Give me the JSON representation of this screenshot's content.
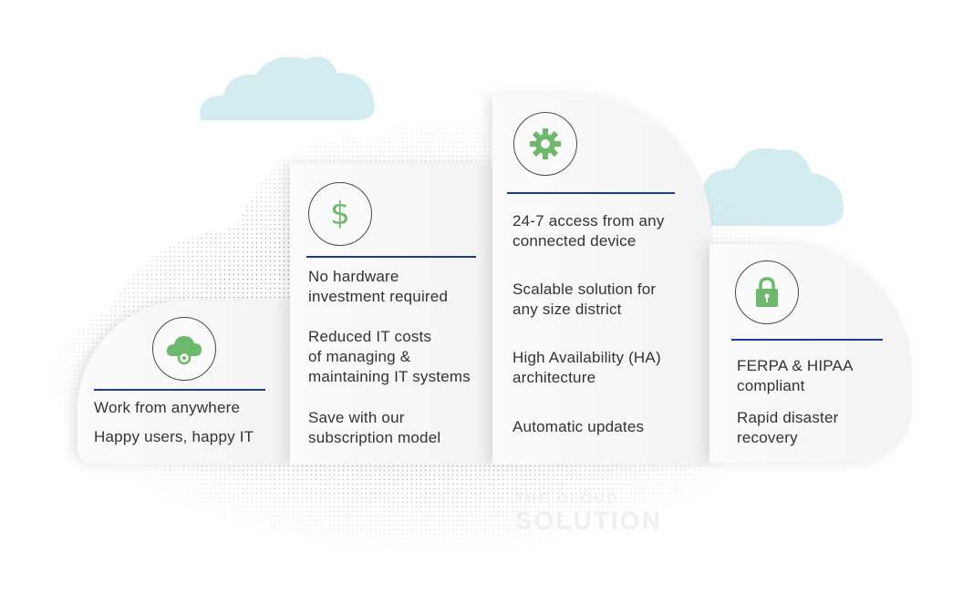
{
  "colors": {
    "accent_blue": "#1c3d8c",
    "icon_green": "#6db86d",
    "cloud_teal": "#d3ecef",
    "panel_bg": "#f5f5f5",
    "text": "#333333"
  },
  "panels": [
    {
      "icon": "cloud-gear-icon",
      "items": [
        "Work from anywhere",
        "Happy users, happy IT"
      ]
    },
    {
      "icon": "dollar-icon",
      "items": [
        "No hardware\ninvestment required",
        "Reduced IT costs\nof managing &\nmaintaining IT systems",
        "Save with our\nsubscription model"
      ]
    },
    {
      "icon": "gear-icon",
      "items": [
        "24-7 access from any\nconnected device",
        "Scalable solution for\nany size district",
        "High Availability (HA)\narchitecture",
        "Automatic updates"
      ]
    },
    {
      "icon": "lock-icon",
      "items": [
        "FERPA & HIPAA\ncompliant",
        "Rapid disaster\nrecovery"
      ]
    }
  ],
  "ghost_text": {
    "line1": "THE CLOUD",
    "line2": "SOLUTION"
  }
}
